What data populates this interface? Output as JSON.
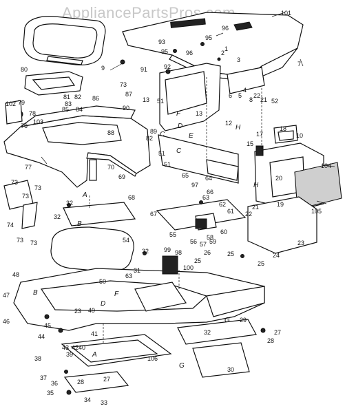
{
  "watermark": "AppliancePartsPros.com",
  "callouts": [
    "1",
    "2",
    "3",
    "4",
    "5",
    "6",
    "7",
    "8",
    "9",
    "10",
    "12",
    "13",
    "15",
    "17",
    "18",
    "19",
    "20",
    "21",
    "22",
    "23",
    "24",
    "25",
    "26",
    "27",
    "28",
    "29",
    "30",
    "31",
    "32",
    "33",
    "34",
    "35",
    "36",
    "37",
    "38",
    "39",
    "40",
    "41",
    "42",
    "43",
    "44",
    "45",
    "46",
    "47",
    "48",
    "49",
    "50",
    "51",
    "52",
    "54",
    "55",
    "56",
    "57",
    "58",
    "59",
    "60",
    "61",
    "62",
    "63",
    "64",
    "65",
    "66",
    "67",
    "68",
    "69",
    "70",
    "73",
    "74",
    "76",
    "77",
    "78",
    "79",
    "80",
    "81",
    "82",
    "83",
    "84",
    "85",
    "86",
    "87",
    "88",
    "89",
    "90",
    "91",
    "92",
    "93",
    "95",
    "96",
    "97",
    "98",
    "99",
    "100",
    "101",
    "102",
    "103",
    "104",
    "105",
    "106"
  ],
  "letters": [
    "A",
    "B",
    "C",
    "D",
    "E",
    "F",
    "G",
    "H"
  ]
}
